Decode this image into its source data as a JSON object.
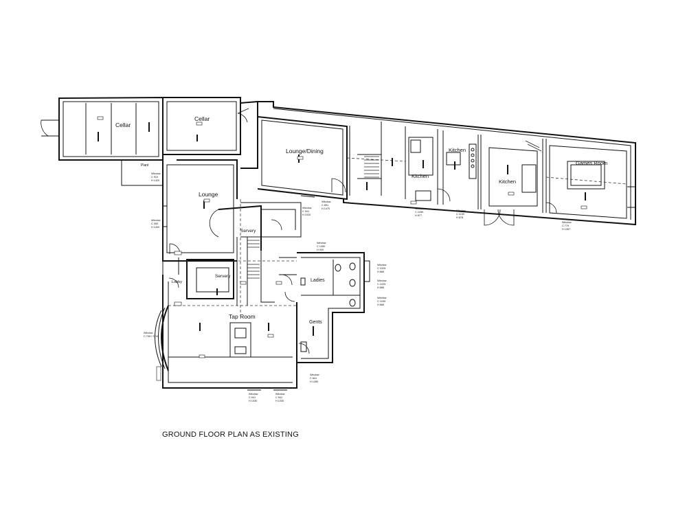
{
  "rooms": [
    {
      "key": "cellar_1",
      "label": "Cellar"
    },
    {
      "key": "cellar_2",
      "label": "Cellar"
    },
    {
      "key": "plant",
      "label": "Plant"
    },
    {
      "key": "lounge_dining",
      "label": "Lounge/Dining"
    },
    {
      "key": "lounge",
      "label": "Lounge"
    },
    {
      "key": "servery_upper",
      "label": "Servery"
    },
    {
      "key": "servery_lower",
      "label": "Servery"
    },
    {
      "key": "lobby",
      "label": "Lobby"
    },
    {
      "key": "tap_room",
      "label": "Tap Room"
    },
    {
      "key": "ladies",
      "label": "Ladies"
    },
    {
      "key": "gents",
      "label": "Gents"
    },
    {
      "key": "kitchen_1",
      "label": "Kitchen"
    },
    {
      "key": "kitchen_2",
      "label": "Kitchen"
    },
    {
      "key": "kitchen_3",
      "label": "Kitchen"
    },
    {
      "key": "games_room",
      "label": "Games Room"
    }
  ],
  "windows": [
    {
      "l1": "Window",
      "l2": "C 910",
      "l3": "H 1420"
    },
    {
      "l1": "Window",
      "l2": "C 950",
      "l3": "H 1400"
    },
    {
      "l1": "Window",
      "l2": "C 891",
      "l3": "H 1470"
    },
    {
      "l1": "Window",
      "l2": "C 941",
      "l3": "H 1020"
    },
    {
      "l1": "Window",
      "l2": "C 1050",
      "l3": "H 900"
    },
    {
      "l1": "Window",
      "l2": "C 1050",
      "l3": "H 877"
    },
    {
      "l1": "Window",
      "l2": "C 1150",
      "l3": "H 878"
    },
    {
      "l1": "Window",
      "l2": "C 779",
      "l3": "H 1357"
    },
    {
      "l1": "Window",
      "l2": "C 1025",
      "l3": "H 885"
    },
    {
      "l1": "Window",
      "l2": "C 1025",
      "l3": "H 885"
    },
    {
      "l1": "Window",
      "l2": "C 1030",
      "l3": "H 885"
    },
    {
      "l1": "Window",
      "l2": "C 790+ 3740",
      "l3": ""
    },
    {
      "l1": "Window",
      "l2": "C 841",
      "l3": "H 1280"
    },
    {
      "l1": "Window",
      "l2": "C 941",
      "l3": "H 1030"
    },
    {
      "l1": "Window",
      "l2": "C 941",
      "l3": "H 1030"
    }
  ],
  "title": "GROUND FLOOR PLAN AS EXISTING",
  "colors": {
    "line": "#111111",
    "background": "#ffffff"
  }
}
